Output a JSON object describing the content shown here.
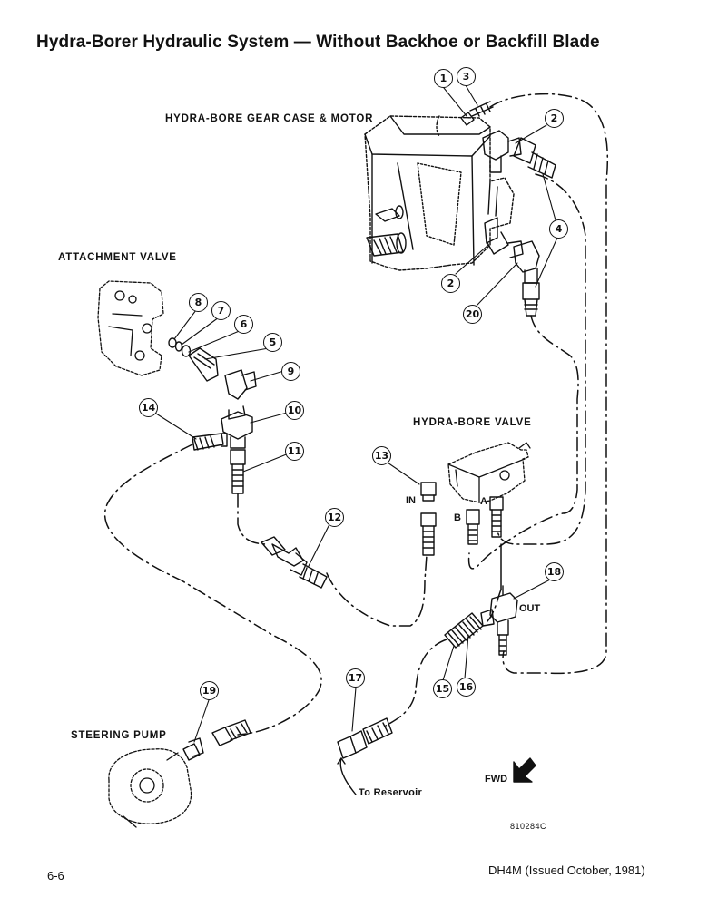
{
  "title": "Hydra-Borer Hydraulic System — Without Backhoe or Backfill Blade",
  "labels": {
    "gear_case": "HYDRA-BORE GEAR CASE & MOTOR",
    "attachment_valve": "ATTACHMENT VALVE",
    "hydra_bore_valve": "HYDRA-BORE VALVE",
    "steering_pump": "STEERING PUMP",
    "to_reservoir": "To Reservoir",
    "fwd": "FWD",
    "port_in": "IN",
    "port_out": "OUT",
    "port_a": "A",
    "port_b": "B"
  },
  "callouts": {
    "c1": "1",
    "c3": "3",
    "c2a": "2",
    "c4": "4",
    "c2b": "2",
    "c20": "20",
    "c8": "8",
    "c7": "7",
    "c6": "6",
    "c5": "5",
    "c9": "9",
    "c10": "10",
    "c14": "14",
    "c11": "11",
    "c12": "12",
    "c13": "13",
    "c18": "18",
    "c17": "17",
    "c15": "15",
    "c16": "16",
    "c19": "19"
  },
  "figure_ref": "810284C",
  "footer": {
    "page": "6-6",
    "issue": "DH4M (Issued October, 1981)"
  }
}
